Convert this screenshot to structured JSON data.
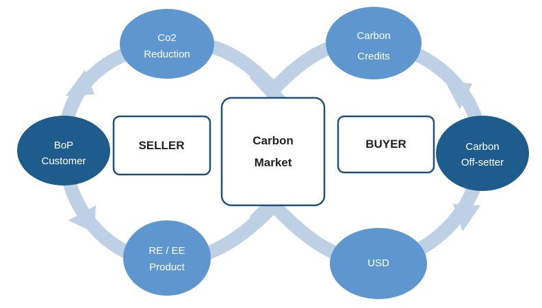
{
  "colors": {
    "ring": "#bdd0e6",
    "light_node": "#5e97cf",
    "dark_node": "#1f5c8e",
    "box_border": "#1f4e79",
    "box_text": "#1f1f1f",
    "node_text": "#ffffff"
  },
  "center_box": {
    "line1": "Carbon",
    "line2": "Market"
  },
  "seller_box": {
    "label": "SELLER"
  },
  "buyer_box": {
    "label": "BUYER"
  },
  "nodes": {
    "co2_reduction": {
      "line1": "Co2",
      "line2": "Reduction"
    },
    "bop_customer": {
      "line1": "BoP",
      "line2": "Customer"
    },
    "re_ee_product": {
      "line1": "RE / EE",
      "line2": "Product"
    },
    "carbon_credits": {
      "line1": "Carbon",
      "line2": "Credits"
    },
    "carbon_offsetter": {
      "line1": "Carbon",
      "line2": "Off-setter"
    },
    "usd": {
      "line1": "USD"
    }
  }
}
